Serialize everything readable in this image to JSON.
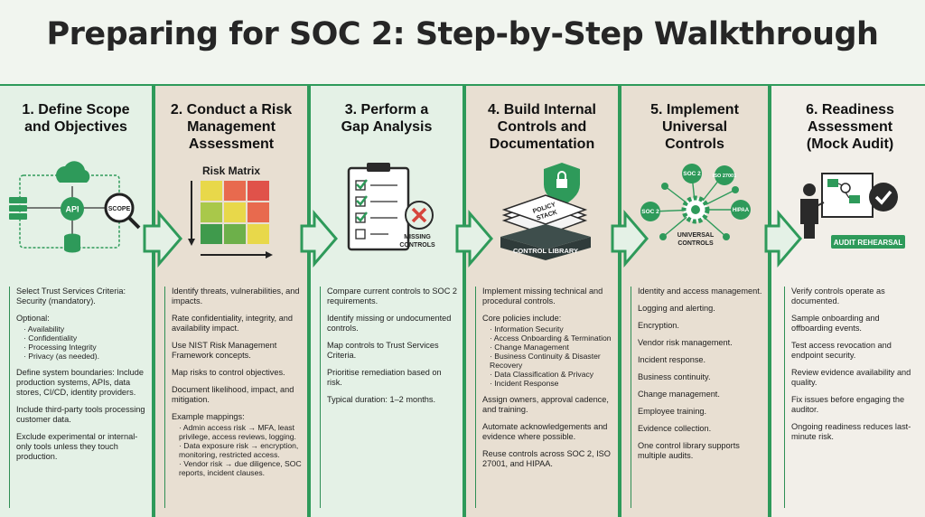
{
  "title": "Preparing for SOC 2: Step-by-Step Walkthrough",
  "colors": {
    "green": "#2e9a5a",
    "tan": "#e8dfd2",
    "mint": "#e4f1e6"
  },
  "steps": [
    {
      "title_lines": [
        "1. Define Scope",
        "and Objectives"
      ],
      "icon_labels": [
        "API",
        "SCOPE"
      ],
      "items": [
        {
          "text": "Select Trust Services Criteria: Security (mandatory).",
          "sub": []
        },
        {
          "text": "Optional:",
          "sub": [
            "· Availability",
            "· Confidentiality",
            "· Processing Integrity",
            "· Privacy (as needed)."
          ]
        },
        {
          "text": "Define system boundaries: Include production systems, APIs, data stores, CI/CD, identity providers.",
          "sub": []
        },
        {
          "text": "Include third-party tools processing customer data.",
          "sub": []
        },
        {
          "text": "Exclude experimental or internal-only tools unless they touch production.",
          "sub": []
        }
      ]
    },
    {
      "title_lines": [
        "2. Conduct a Risk",
        "Management",
        "Assessment"
      ],
      "icon_labels": [
        "Risk Matrix"
      ],
      "items": [
        {
          "text": "Identify threats, vulnerabilities, and impacts.",
          "sub": []
        },
        {
          "text": "Rate confidentiality, integrity, and availability impact.",
          "sub": []
        },
        {
          "text": "Use NIST Risk Management Framework concepts.",
          "sub": []
        },
        {
          "text": "Map risks to control objectives.",
          "sub": []
        },
        {
          "text": "Document likelihood, impact, and mitigation.",
          "sub": []
        },
        {
          "text": "Example mappings:",
          "sub": [
            "· Admin access risk → MFA, least privilege, access reviews, logging.",
            "· Data exposure risk → encryption, monitoring, restricted access.",
            "· Vendor risk → due diligence, SOC reports, incident clauses."
          ]
        }
      ]
    },
    {
      "title_lines": [
        "3. Perform a",
        "Gap Analysis"
      ],
      "icon_labels": [
        "MISSING",
        "CONTROLS"
      ],
      "items": [
        {
          "text": "Compare current controls to SOC 2 requirements.",
          "sub": []
        },
        {
          "text": "Identify missing or undocumented controls.",
          "sub": []
        },
        {
          "text": "Map controls to Trust Services Criteria.",
          "sub": []
        },
        {
          "text": "Prioritise remediation based on risk.",
          "sub": []
        },
        {
          "text": "Typical duration: 1–2 months.",
          "sub": []
        }
      ]
    },
    {
      "title_lines": [
        "4. Build Internal",
        "Controls and",
        "Documentation"
      ],
      "icon_labels": [
        "POLICY",
        "STACK",
        "CONTROL LIBRARY"
      ],
      "items": [
        {
          "text": "Implement missing technical and procedural controls.",
          "sub": []
        },
        {
          "text": "Core policies include:",
          "sub": [
            "· Information Security",
            "· Access Onboarding & Termination",
            "· Change Management",
            "· Business Continuity & Disaster Recovery",
            "· Data Classification & Privacy",
            "· Incident Response"
          ]
        },
        {
          "text": "Assign owners, approval cadence, and training.",
          "sub": []
        },
        {
          "text": "Automate acknowledgements and evidence where possible.",
          "sub": []
        },
        {
          "text": "Reuse controls across SOC 2, ISO 27001, and HIPAA.",
          "sub": []
        }
      ]
    },
    {
      "title_lines": [
        "5. Implement",
        "Universal",
        "Controls"
      ],
      "icon_labels": [
        "SOC 2",
        "ISO 27001",
        "HIPAA",
        "SOC 2",
        "UNIVERSAL",
        "CONTROLS"
      ],
      "items": [
        {
          "text": "Identity and access management.",
          "sub": []
        },
        {
          "text": "Logging and alerting.",
          "sub": []
        },
        {
          "text": "Encryption.",
          "sub": []
        },
        {
          "text": "Vendor risk management.",
          "sub": []
        },
        {
          "text": "Incident response.",
          "sub": []
        },
        {
          "text": "Business continuity.",
          "sub": []
        },
        {
          "text": "Change management.",
          "sub": []
        },
        {
          "text": "Employee training.",
          "sub": []
        },
        {
          "text": "Evidence collection.",
          "sub": []
        },
        {
          "text": "One control library supports multiple audits.",
          "sub": []
        }
      ]
    },
    {
      "title_lines": [
        "6. Readiness",
        "Assessment",
        "(Mock Audit)"
      ],
      "icon_labels": [
        "AUDIT REHEARSAL"
      ],
      "items": [
        {
          "text": "Verify controls operate as documented.",
          "sub": []
        },
        {
          "text": "Sample onboarding and offboarding events.",
          "sub": []
        },
        {
          "text": "Test access revocation and endpoint security.",
          "sub": []
        },
        {
          "text": "Review evidence availability and quality.",
          "sub": []
        },
        {
          "text": "Fix issues before engaging the auditor.",
          "sub": []
        },
        {
          "text": "Ongoing readiness reduces last-minute risk.",
          "sub": []
        }
      ]
    }
  ]
}
